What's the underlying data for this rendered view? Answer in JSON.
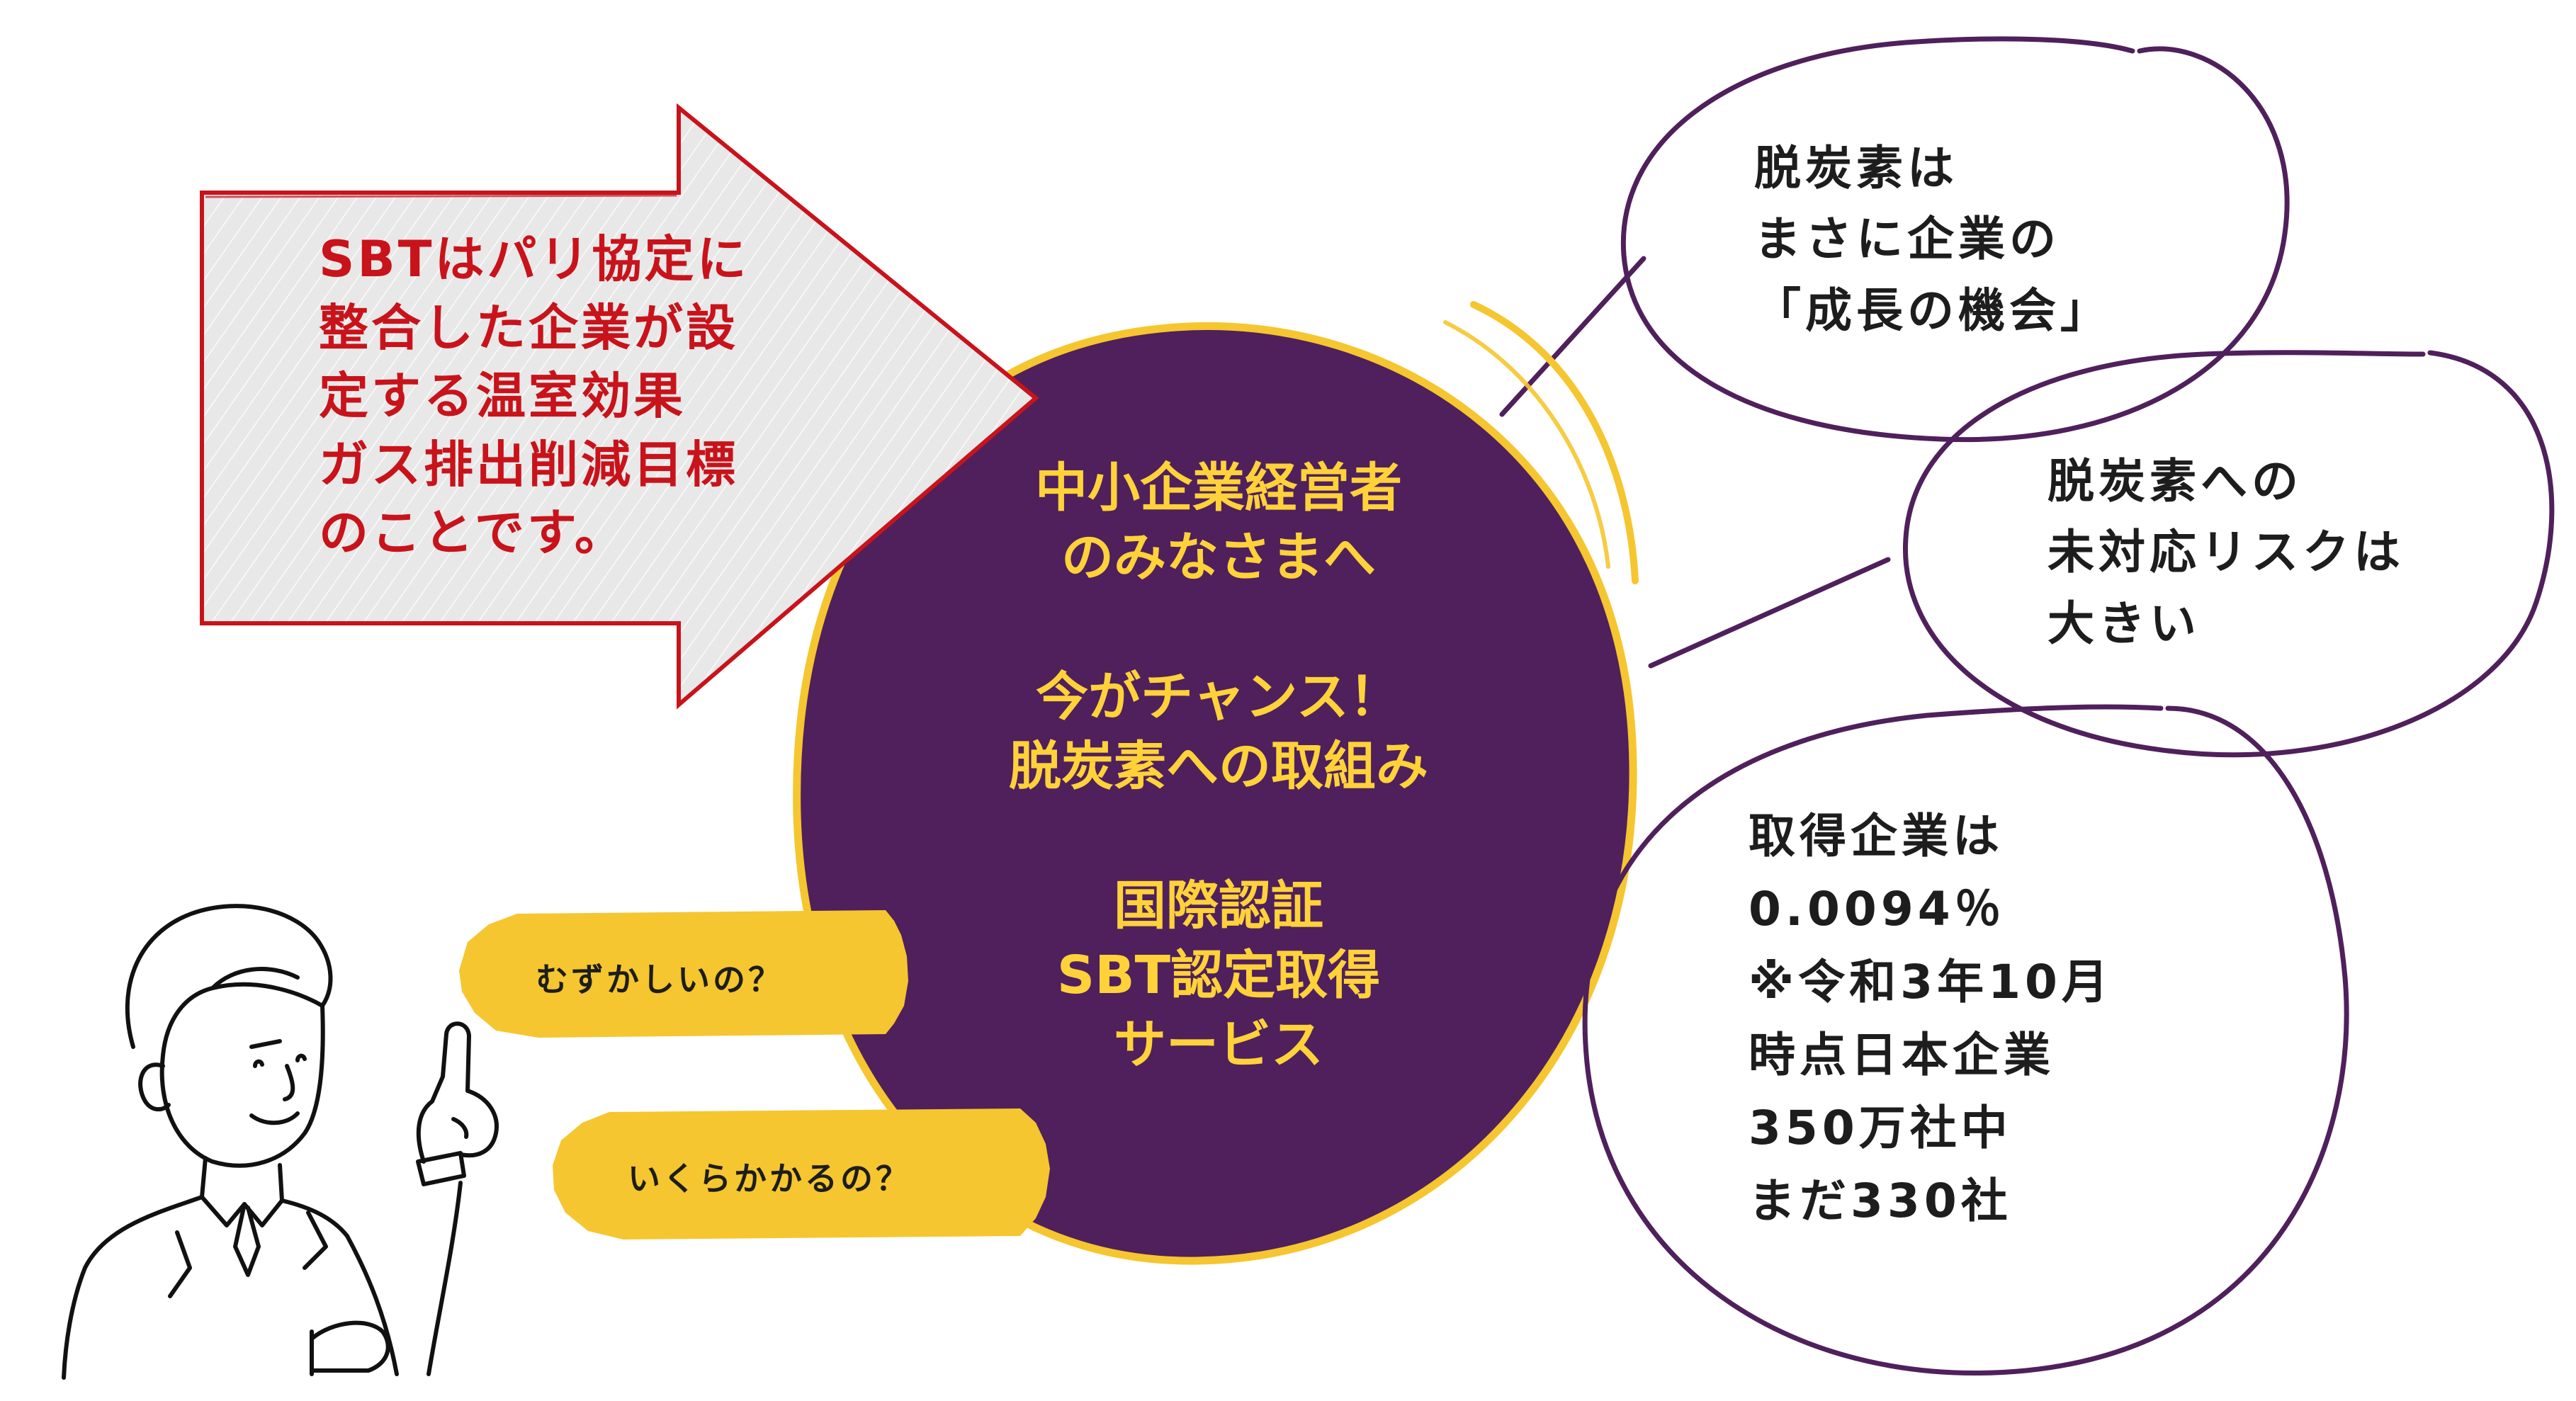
{
  "arrow": {
    "lines": [
      "SBTはパリ協定に",
      "整合した企業が設",
      "定する温室効果",
      "ガス排出削減目標",
      "のことです。"
    ]
  },
  "center": {
    "lines": [
      "中小企業経営者",
      "のみなさまへ",
      "",
      "今がチャンス！",
      "脱炭素への取組み",
      "",
      "国際認証",
      "SBT認定取得",
      "サービス"
    ]
  },
  "bubbles": [
    {
      "lines": [
        "脱炭素は",
        "まさに企業の",
        "「成長の機会」"
      ]
    },
    {
      "lines": [
        "脱炭素への",
        "未対応リスクは",
        "大きい"
      ]
    },
    {
      "lines": [
        "取得企業は",
        "0.0094％",
        "※令和3年10月",
        "時点日本企業",
        "350万社中",
        "まだ330社"
      ]
    }
  ],
  "questions": [
    "むずかしいの？",
    "いくらかかるの？"
  ],
  "colors": {
    "circle_fill": "#4f205c",
    "circle_outline": "#f5c630",
    "center_text": "#ffd23a",
    "arrow_text": "#c8131b",
    "arrow_outline": "#c8131b",
    "arrow_fill": "#e6e6e6",
    "bubble_outline": "#4f205c",
    "question_fill": "#f5c630"
  },
  "illustration": {
    "icon": "businessman-pointing-icon"
  }
}
